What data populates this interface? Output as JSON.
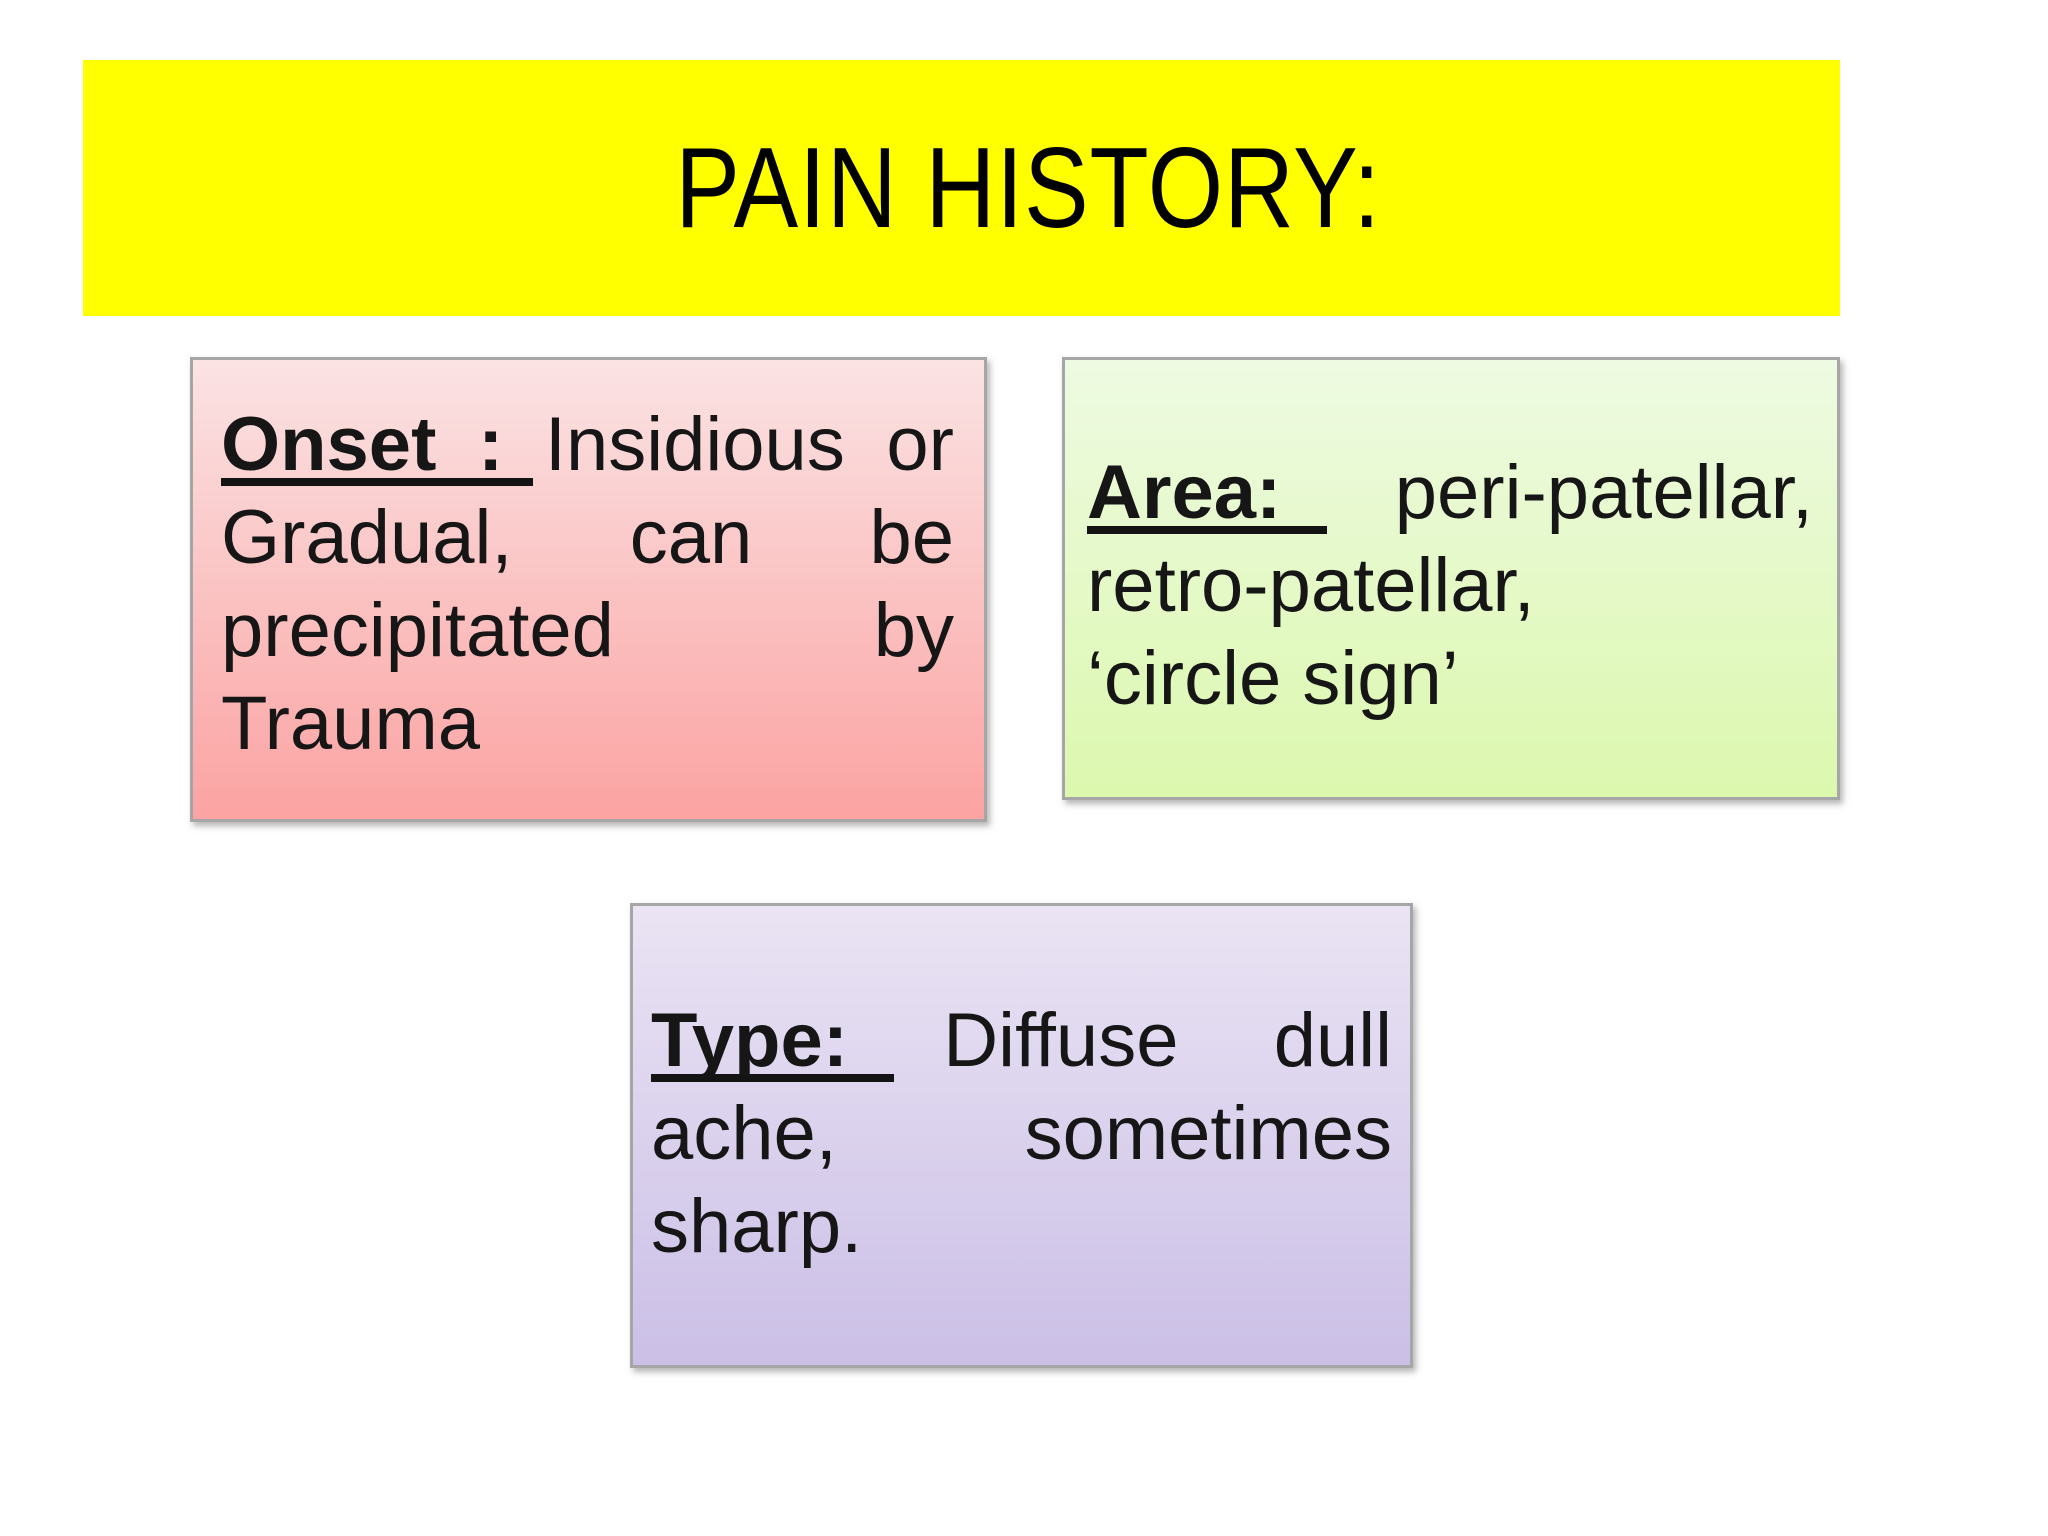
{
  "slide": {
    "background_color": "#ffffff",
    "banner": {
      "text": "PAIN HISTORY:",
      "color": "#ffff00",
      "text_color": "#000000"
    }
  },
  "boxes": {
    "onset": {
      "label": "Onset :",
      "line1_rest": " Insidious or",
      "line2": "Gradual, can be",
      "line3": "precipitated by",
      "line4": "Trauma",
      "gradient_top": "#fbe3e4",
      "gradient_bottom": "#fba3a2",
      "border_color": "#a6a6a6"
    },
    "area": {
      "label": "Area:",
      "line1_rest": " peri-patellar,",
      "line2": "retro-patellar,",
      "line3": "‘circle sign’",
      "gradient_top": "#eefae2",
      "gradient_bottom": "#dcf8ae",
      "border_color": "#a6a6a6"
    },
    "type": {
      "label": "Type:",
      "line1_rest": " Diffuse dull",
      "line2": "ache, sometimes",
      "line3": "sharp.",
      "gradient_top": "#eae4f4",
      "gradient_bottom": "#cbbfe6",
      "border_color": "#a6a6a6"
    }
  }
}
